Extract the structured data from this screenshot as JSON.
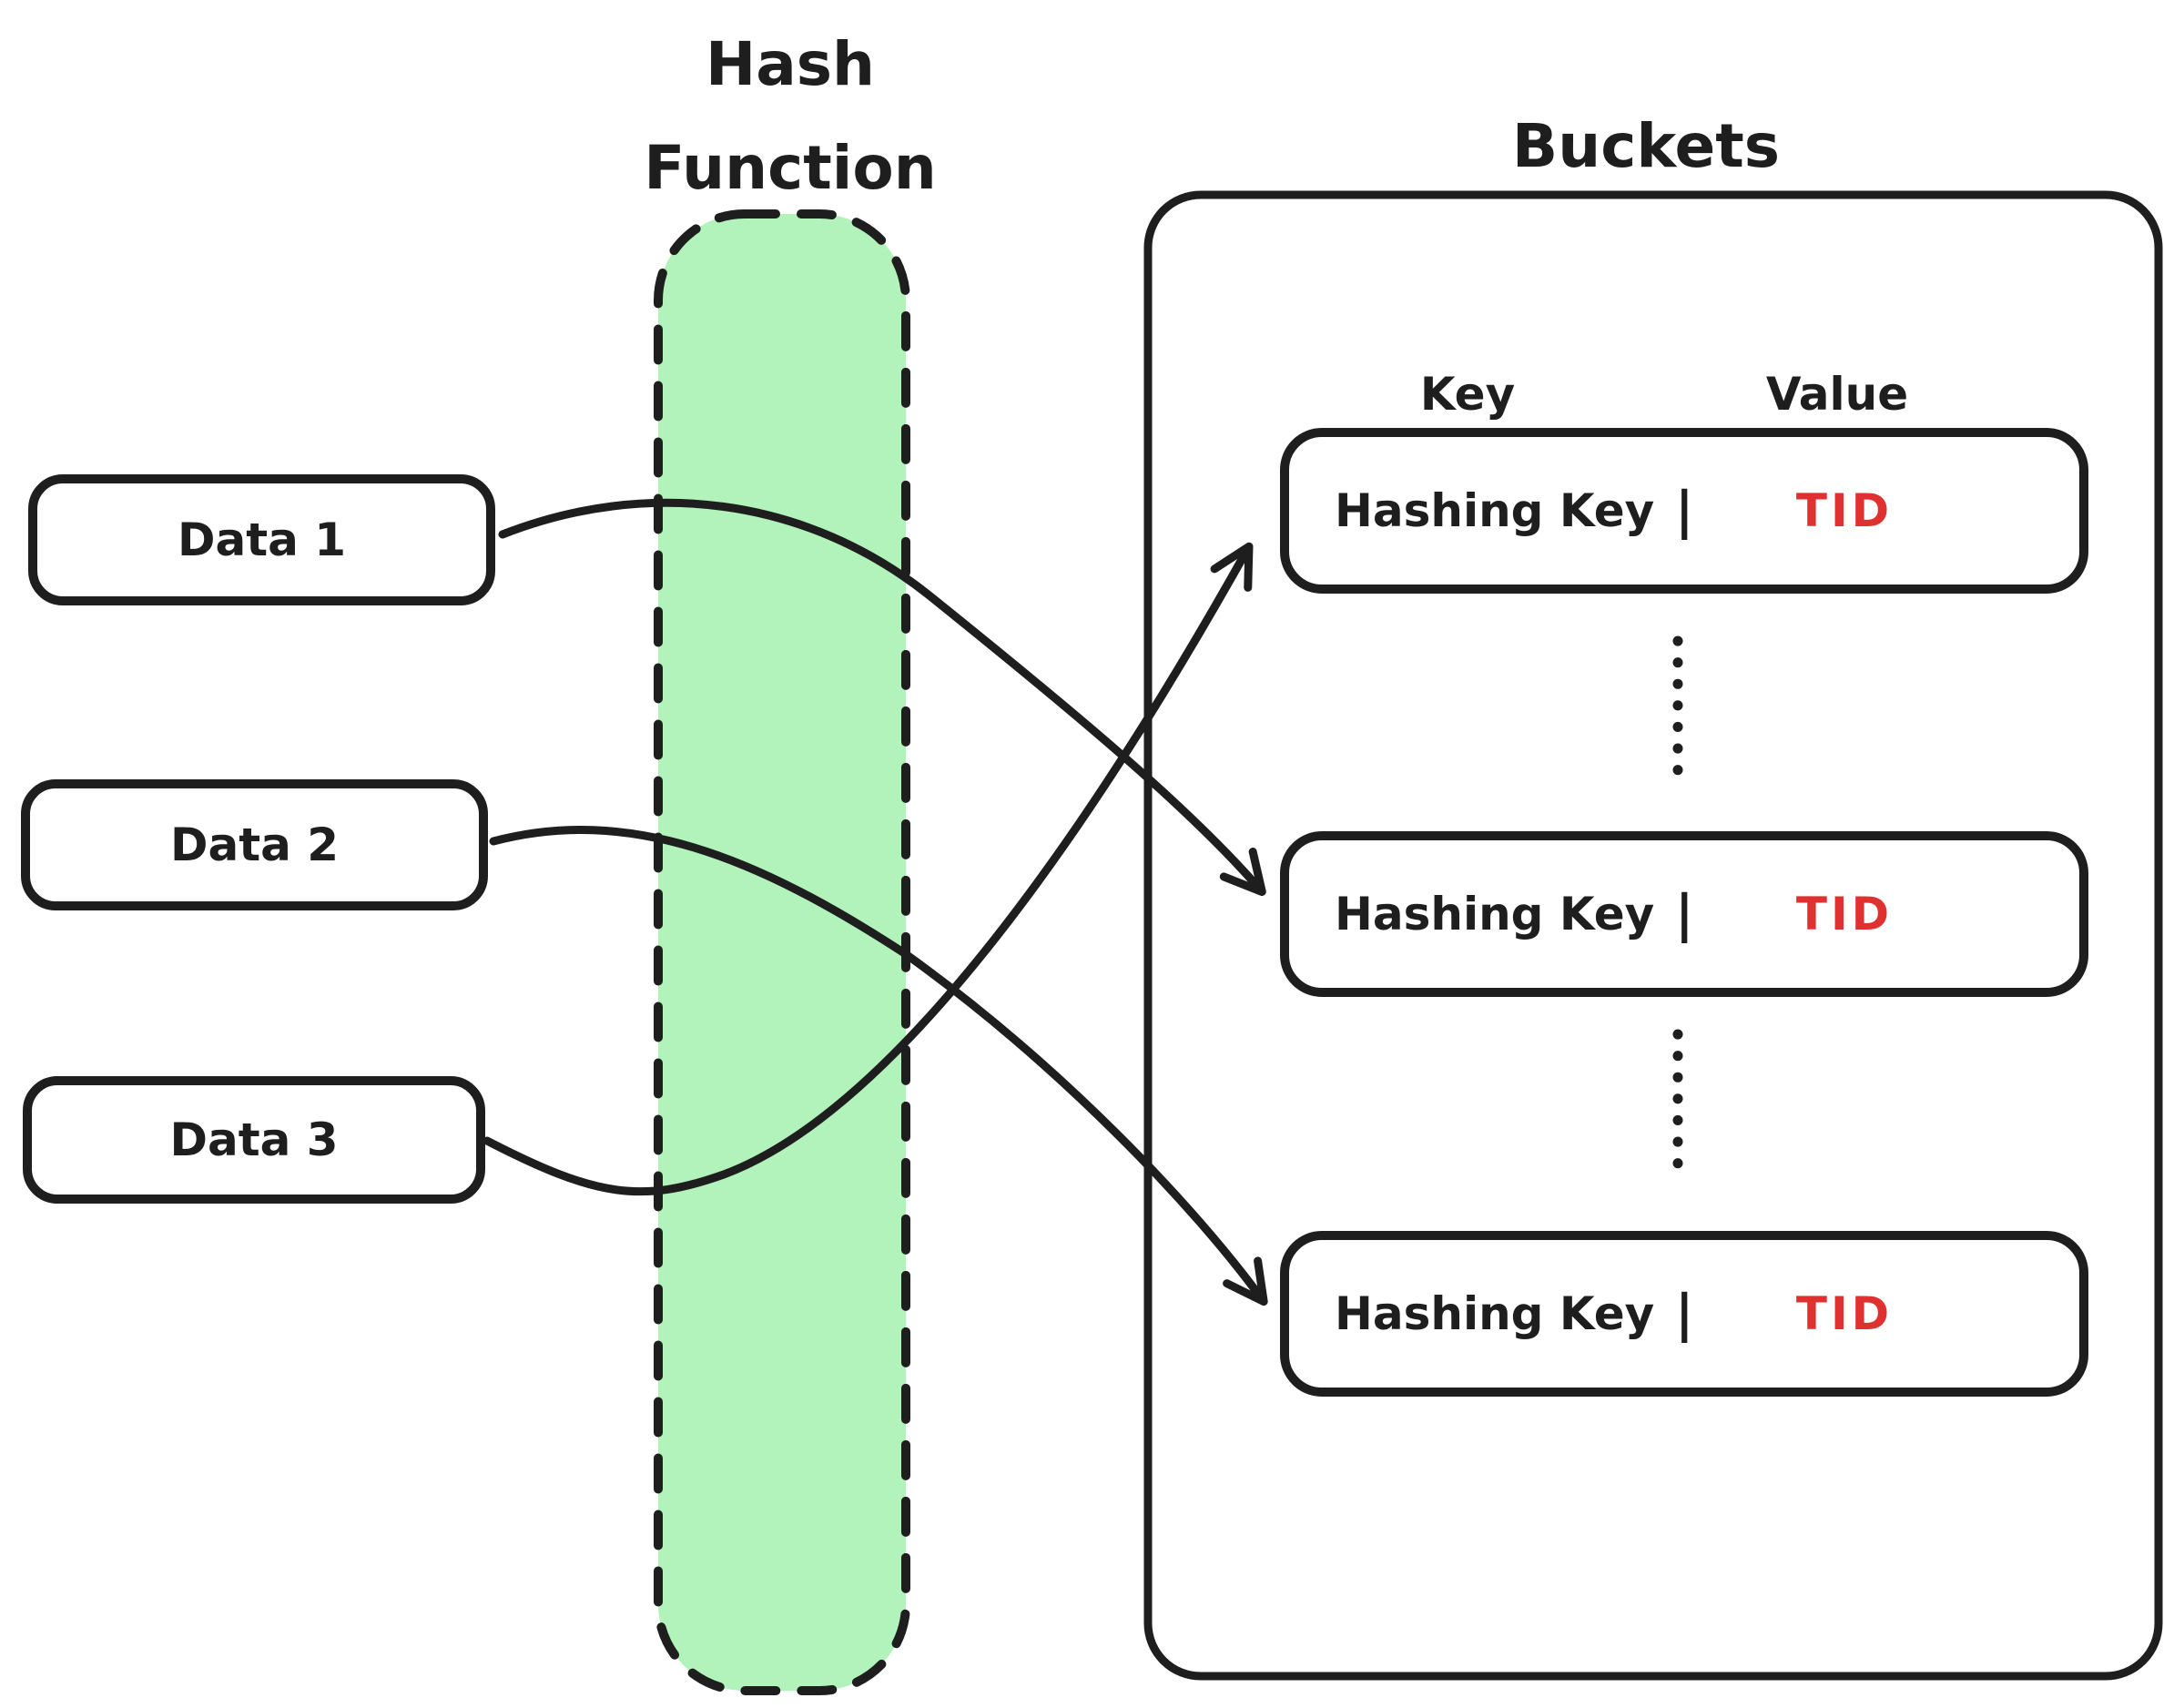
{
  "titles": {
    "hash_function_line1": "Hash",
    "hash_function_line2": "Function",
    "buckets": "Buckets"
  },
  "data_items": [
    {
      "label": "Data 1"
    },
    {
      "label": "Data 2"
    },
    {
      "label": "Data 3"
    }
  ],
  "bucket_table": {
    "key_header": "Key",
    "value_header": "Value",
    "rows": [
      {
        "key": "Hashing Key",
        "separator": "|",
        "value": "TID"
      },
      {
        "key": "Hashing Key",
        "separator": "|",
        "value": "TID"
      },
      {
        "key": "Hashing Key",
        "separator": "|",
        "value": "TID"
      }
    ]
  },
  "connections": [
    {
      "from": "Data 1",
      "to": "bucket-row-2"
    },
    {
      "from": "Data 2",
      "to": "bucket-row-3"
    },
    {
      "from": "Data 3",
      "to": "bucket-row-1"
    }
  ],
  "colors": {
    "stroke": "#1e1e1e",
    "hash_function_fill": "#b2f2bb",
    "value_text": "#e03131",
    "background": "#ffffff"
  }
}
